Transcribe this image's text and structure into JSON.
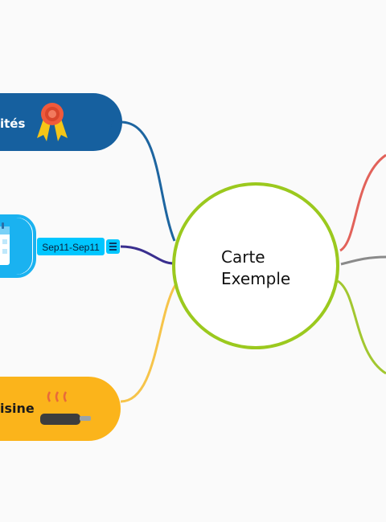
{
  "central": {
    "line1": "Carte",
    "line2": "Exemple"
  },
  "branches": [
    {
      "label": "ités",
      "icon": "award-ribbon-icon",
      "link_icon": "link-icon",
      "color": "#16609f"
    },
    {
      "label": "",
      "icon": "calendar-icon",
      "date_tag": "Sep11-Sep11",
      "notes_icon": "notes-icon",
      "color": "#1ab2f0",
      "tag_color": "#00c6ff"
    },
    {
      "label": "isine",
      "icon": "frying-pan-icon",
      "color": "#fbb41b"
    }
  ],
  "colors": {
    "central_border": "#9bc91e",
    "connector_awards": "#1d65a0",
    "connector_calendar": "#3a2f8f",
    "connector_cooking": "#f6c44a",
    "connector_right_red": "#e2625a",
    "connector_right_gray": "#8a8a8a",
    "connector_right_green": "#a2c730"
  }
}
